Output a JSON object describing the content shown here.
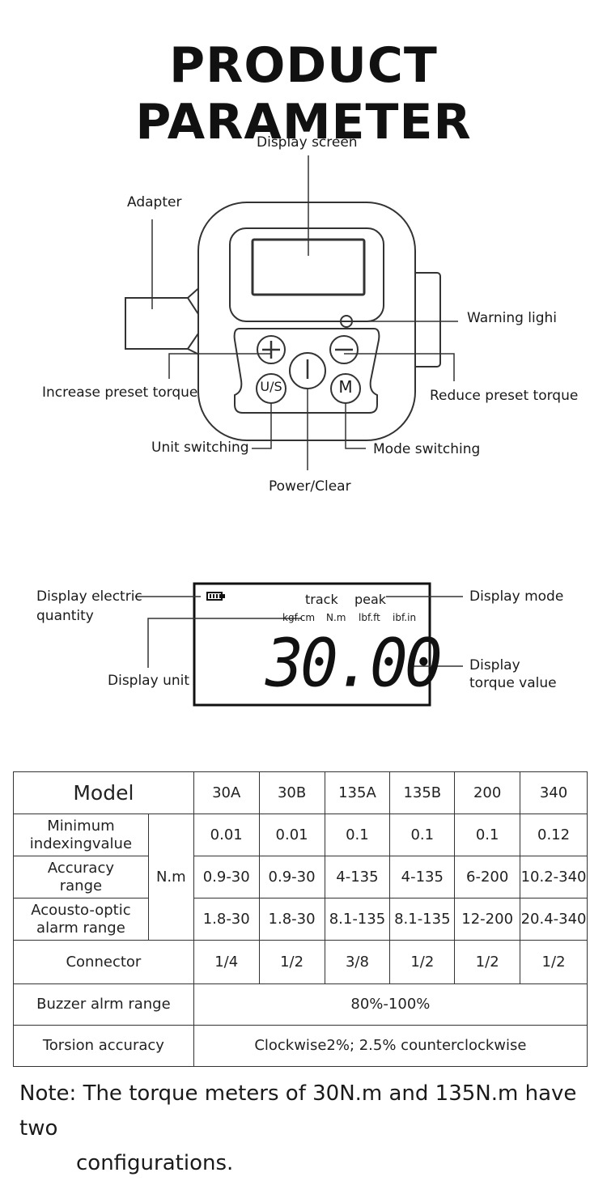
{
  "title": "PRODUCT PARAMETER",
  "device": {
    "labels": {
      "display_screen": "Display screen",
      "adapter": "Adapter",
      "warning_light": "Warning lighi",
      "increase": "Increase preset torque",
      "reduce": "Reduce preset torque",
      "unit_switching": "Unit switching",
      "mode_switching": "Mode switching",
      "power_clear": "Power/Clear"
    },
    "buttons": {
      "us": "U/S",
      "m": "M"
    }
  },
  "lcd": {
    "mode_track": "track",
    "mode_peak": "peak",
    "units": [
      "kgf.cm",
      "N.m",
      "lbf.ft",
      "ibf.in"
    ],
    "value": "30.00",
    "labels": {
      "electric_1": "Display electric",
      "electric_2": "quantity",
      "unit": "Display unit",
      "mode": "Display mode",
      "torque_1": "Display",
      "torque_2": "torque value"
    }
  },
  "table": {
    "model_header": "Model",
    "models": [
      "30A",
      "30B",
      "135A",
      "135B",
      "200",
      "340"
    ],
    "unit": "N.m",
    "rows": [
      {
        "label_1": "Minimum",
        "label_2": "indexingvalue",
        "values": [
          "0.01",
          "0.01",
          "0.1",
          "0.1",
          "0.1",
          "0.12"
        ]
      },
      {
        "label_1": "Accuracy",
        "label_2": "range",
        "values": [
          "0.9-30",
          "0.9-30",
          "4-135",
          "4-135",
          "6-200",
          "10.2-340"
        ]
      },
      {
        "label_1": "Acousto-optic",
        "label_2": "alarm range",
        "values": [
          "1.8-30",
          "1.8-30",
          "8.1-135",
          "8.1-135",
          "12-200",
          "20.4-340"
        ]
      }
    ],
    "connector": {
      "label": "Connector",
      "values": [
        "1/4",
        "1/2",
        "3/8",
        "1/2",
        "1/2",
        "1/2"
      ]
    },
    "buzzer": {
      "label": "Buzzer alrm range",
      "value": "80%-100%"
    },
    "torsion": {
      "label": "Torsion accuracy",
      "value": "Clockwise2%; 2.5% counterclockwise"
    }
  },
  "note": {
    "line1": "Note: The torque meters of 30N.m and 135N.m have two",
    "line2": "configurations."
  }
}
